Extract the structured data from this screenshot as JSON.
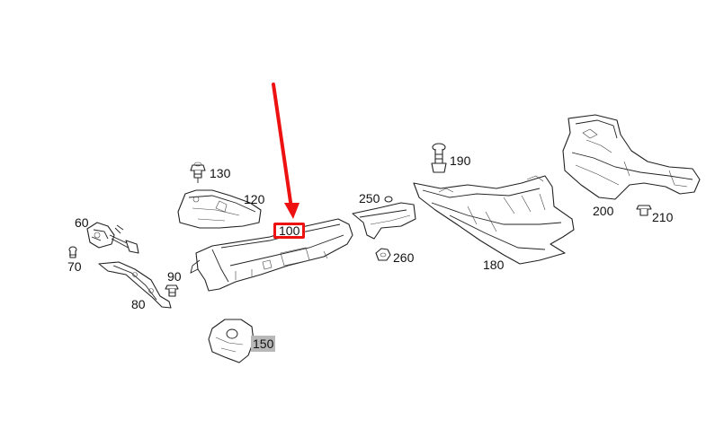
{
  "parts": [
    {
      "id": "p60",
      "label": "60"
    },
    {
      "id": "p70",
      "label": "70"
    },
    {
      "id": "p80",
      "label": "80"
    },
    {
      "id": "p90",
      "label": "90"
    },
    {
      "id": "p100",
      "label": "100"
    },
    {
      "id": "p120",
      "label": "120"
    },
    {
      "id": "p130",
      "label": "130"
    },
    {
      "id": "p150",
      "label": "150"
    },
    {
      "id": "p180",
      "label": "180"
    },
    {
      "id": "p190",
      "label": "190"
    },
    {
      "id": "p200",
      "label": "200"
    },
    {
      "id": "p210",
      "label": "210"
    },
    {
      "id": "p250",
      "label": "250"
    },
    {
      "id": "p260",
      "label": "260"
    }
  ],
  "selected_part": "100",
  "highlighted_part": "150",
  "colors": {
    "arrow": "#ee1111",
    "selection_border": "#ee1111",
    "highlight_bg": "#b8b8b8",
    "line": "#222222"
  }
}
